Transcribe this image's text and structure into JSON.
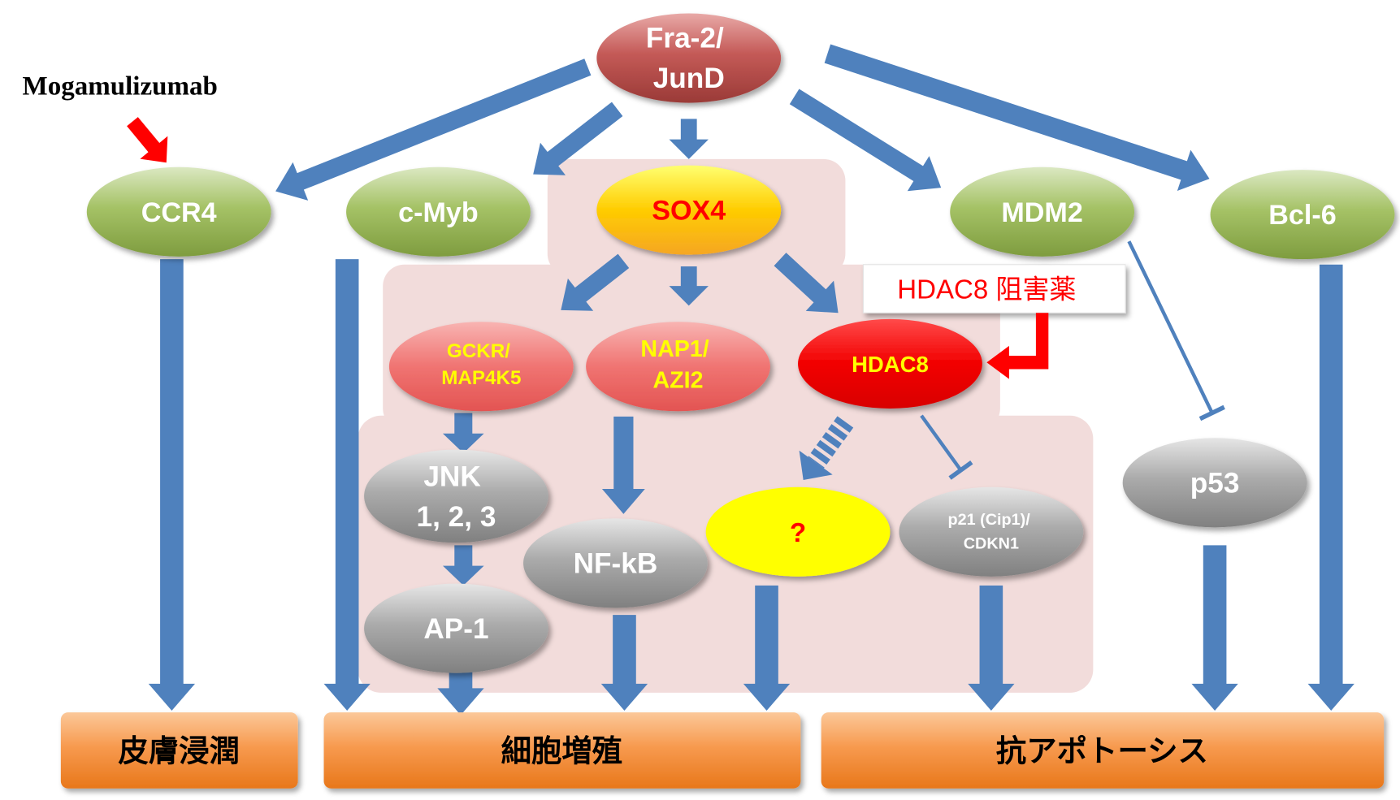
{
  "annotations": {
    "drug_ccr4": "Mogamulizumab",
    "drug_hdac8": "HDAC8 阻害薬"
  },
  "nodes": {
    "fra2_jund": {
      "line1": "Fra-2/",
      "line2": "JunD"
    },
    "ccr4": {
      "label": "CCR4"
    },
    "cmyb": {
      "label": "c-Myb"
    },
    "sox4": {
      "label": "SOX4"
    },
    "mdm2": {
      "label": "MDM2"
    },
    "bcl6": {
      "label": "Bcl-6"
    },
    "gckr_map4k5": {
      "line1": "GCKR/",
      "line2": "MAP4K5"
    },
    "nap1_azi2": {
      "line1": "NAP1/",
      "line2": "AZI2"
    },
    "hdac8": {
      "label": "HDAC8"
    },
    "jnk": {
      "line1": "JNK",
      "line2": "1, 2, 3"
    },
    "nfkb": {
      "label": "NF-kB"
    },
    "ap1": {
      "label": "AP-1"
    },
    "unknown": {
      "label": "?"
    },
    "p21": {
      "line1": "p21 (Cip1)/",
      "line2": "CDKN1"
    },
    "p53": {
      "label": "p53"
    }
  },
  "outcomes": {
    "skin_infiltration": "皮膚浸潤",
    "cell_proliferation": "細胞増殖",
    "anti_apoptosis": "抗アポトーシス"
  },
  "colors": {
    "arrow": "#4f81bd",
    "inhibitor_arrow": "#ff0000",
    "highlight_region": "#f2dcdb"
  }
}
